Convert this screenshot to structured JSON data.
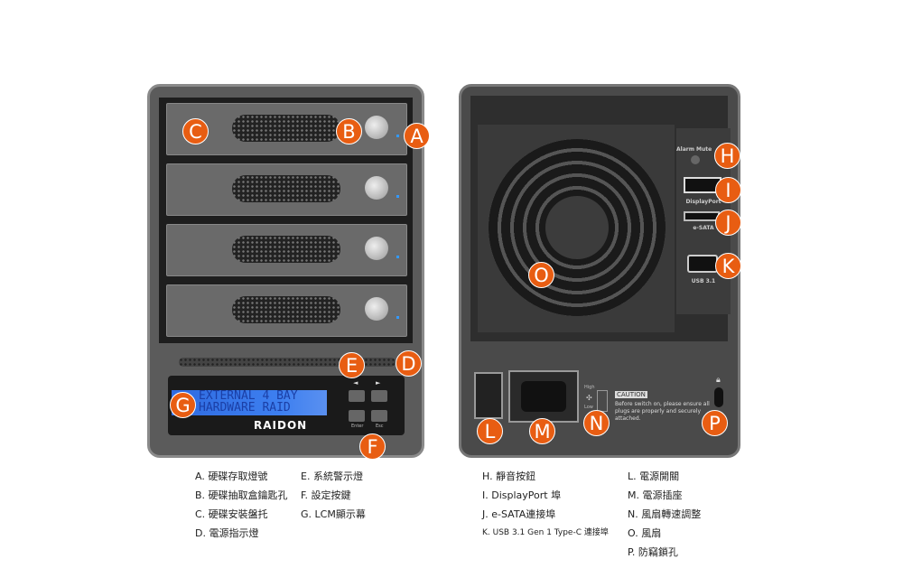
{
  "front": {
    "lcd_line1": "EXTERNAL 4 BAY",
    "lcd_line2": "HARDWARE RAID",
    "brand": "RAIDON",
    "btn_left": "◄",
    "btn_right": "►",
    "btn_enter": "Enter",
    "btn_esc": "Esc"
  },
  "back": {
    "alarm_mute": "Alarm Mute",
    "displayport": "DisplayPort",
    "esata": "e-SATA",
    "usb": "USB 3.1",
    "high": "High",
    "low": "Low",
    "caution_title": "CAUTION",
    "caution_text": "Before switch on, please ensure all plugs are properly and securely attached."
  },
  "callouts": {
    "A": "A",
    "B": "B",
    "C": "C",
    "D": "D",
    "E": "E",
    "F": "F",
    "G": "G",
    "H": "H",
    "I": "I",
    "J": "J",
    "K": "K",
    "L": "L",
    "M": "M",
    "N": "N",
    "O": "O",
    "P": "P"
  },
  "legend_front": [
    [
      "A. 硬碟存取燈號",
      "B. 硬碟抽取盒鑰匙孔",
      "C. 硬碟安裝盤托",
      "D. 電源指示燈"
    ],
    [
      "E. 系統警示燈",
      "F. 設定按鍵",
      "G. LCM顯示幕"
    ]
  ],
  "legend_back": [
    [
      "H. 靜音按鈕",
      "I. DisplayPort 埠",
      "J. e-SATA連接埠",
      "K. USB 3.1 Gen 1 Type-C 連接埠"
    ],
    [
      "L. 電源開關",
      "M. 電源插座",
      "N. 風扇轉速調整",
      "O. 風扇",
      "P. 防竊鎖孔"
    ]
  ],
  "colors": {
    "callout": "#e85d12",
    "lcd": "#3d7ff0"
  }
}
